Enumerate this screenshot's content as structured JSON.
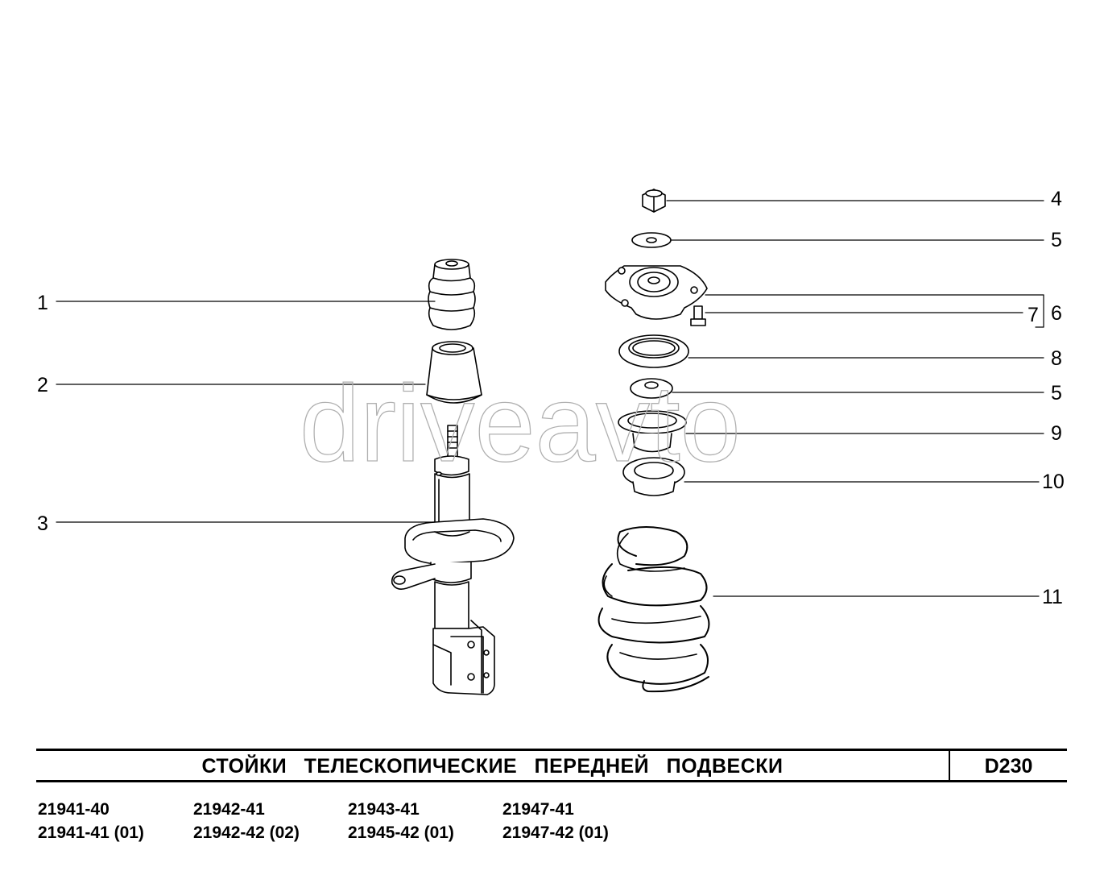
{
  "watermark": "driveavto",
  "callouts": {
    "c1": "1",
    "c2": "2",
    "c3": "3",
    "c4": "4",
    "c5a": "5",
    "c6": "6",
    "c7": "7",
    "c8": "8",
    "c5b": "5",
    "c9": "9",
    "c10": "10",
    "c11": "11"
  },
  "title": "СТОЙКИ   ТЕЛЕСКОПИЧЕСКИЕ   ПЕРЕДНЕЙ   ПОДВЕСКИ",
  "page_code": "D230",
  "models": [
    [
      "21941-40",
      "21941-41 (01)"
    ],
    [
      "21942-41",
      "21942-42 (02)"
    ],
    [
      "21943-41",
      "21945-42 (01)"
    ],
    [
      "21947-41",
      "21947-42 (01)"
    ]
  ],
  "colors": {
    "ink": "#000000",
    "watermark": "#b0b0b0",
    "background": "#ffffff"
  }
}
